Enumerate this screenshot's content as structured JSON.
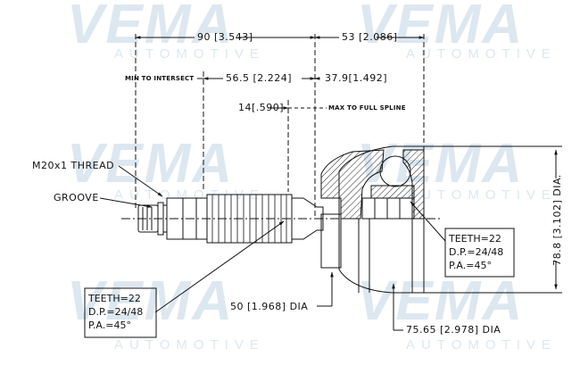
{
  "watermark": {
    "brand": "VEMA",
    "sub": "AUTOMOTIVE"
  },
  "dimensions": {
    "overall_outer": "90 [3.543]",
    "overall_inner": "53 [2.086]",
    "min_to_intersect_label": "MIN TO INTERSECT",
    "min_to_intersect_value": "56.5 [2.224]",
    "to_full_spline_value": "37.9[1.492]",
    "spline_short": "14[.590]",
    "max_full_spline_label": "MAX TO FULL SPLINE",
    "thread": "M20x1 THREAD",
    "groove": "GROOVE",
    "shaft_dia": "50 [1.968] DIA",
    "bell_dia": "75.65 [2.978] DIA",
    "outer_dia": "78.8 [3.102] DIA."
  },
  "spec_inner": {
    "teeth": "TEETH=22",
    "dp": "D.P.=24/48",
    "pa": "P.A.=45°"
  },
  "spec_outer": {
    "teeth": "TEETH=22",
    "dp": "D.P.=24/48",
    "pa": "P.A.=45°"
  }
}
